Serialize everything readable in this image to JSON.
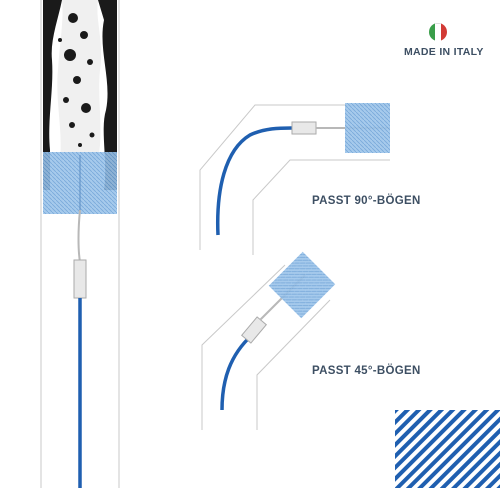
{
  "badge": {
    "text": "MADE IN ITALY",
    "flag_colors": [
      "#3a9e4a",
      "#ffffff",
      "#d23a35"
    ]
  },
  "features": [
    {
      "label": "PASST 90°-BÖGEN"
    },
    {
      "label": "PASST 45°-BÖGEN"
    }
  ],
  "colors": {
    "cable": "#1f5fb0",
    "brush": "#7fb2e0",
    "label_text": "#3d4f63",
    "stripes": "#1f5fb0"
  },
  "icons": [
    "italy-flag-icon"
  ]
}
